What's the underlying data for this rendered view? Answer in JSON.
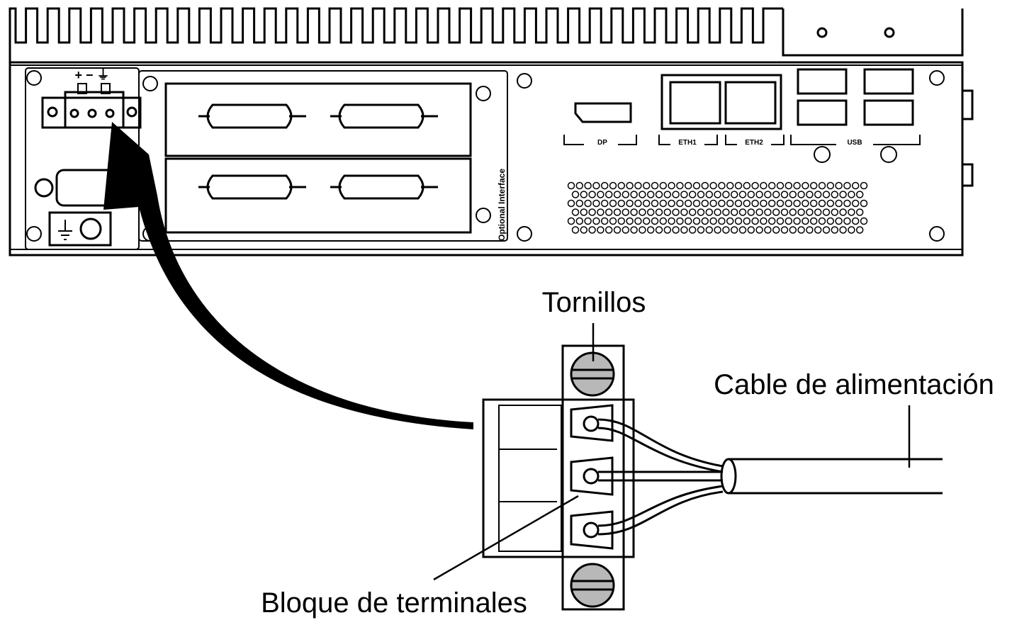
{
  "callouts": {
    "screws": "Tornillos",
    "power_cable": "Cable de alimentación",
    "terminal_block": "Bloque de terminales"
  },
  "panel_labels": {
    "dp": "DP",
    "eth1": "ETH1",
    "eth2": "ETH2",
    "usb": "USB",
    "optional_interface": "Optional Interface",
    "power_symbols": "+ − ⏚"
  },
  "colors": {
    "line": "#000000",
    "screw_fill": "#b8b8b8",
    "background": "#ffffff"
  }
}
